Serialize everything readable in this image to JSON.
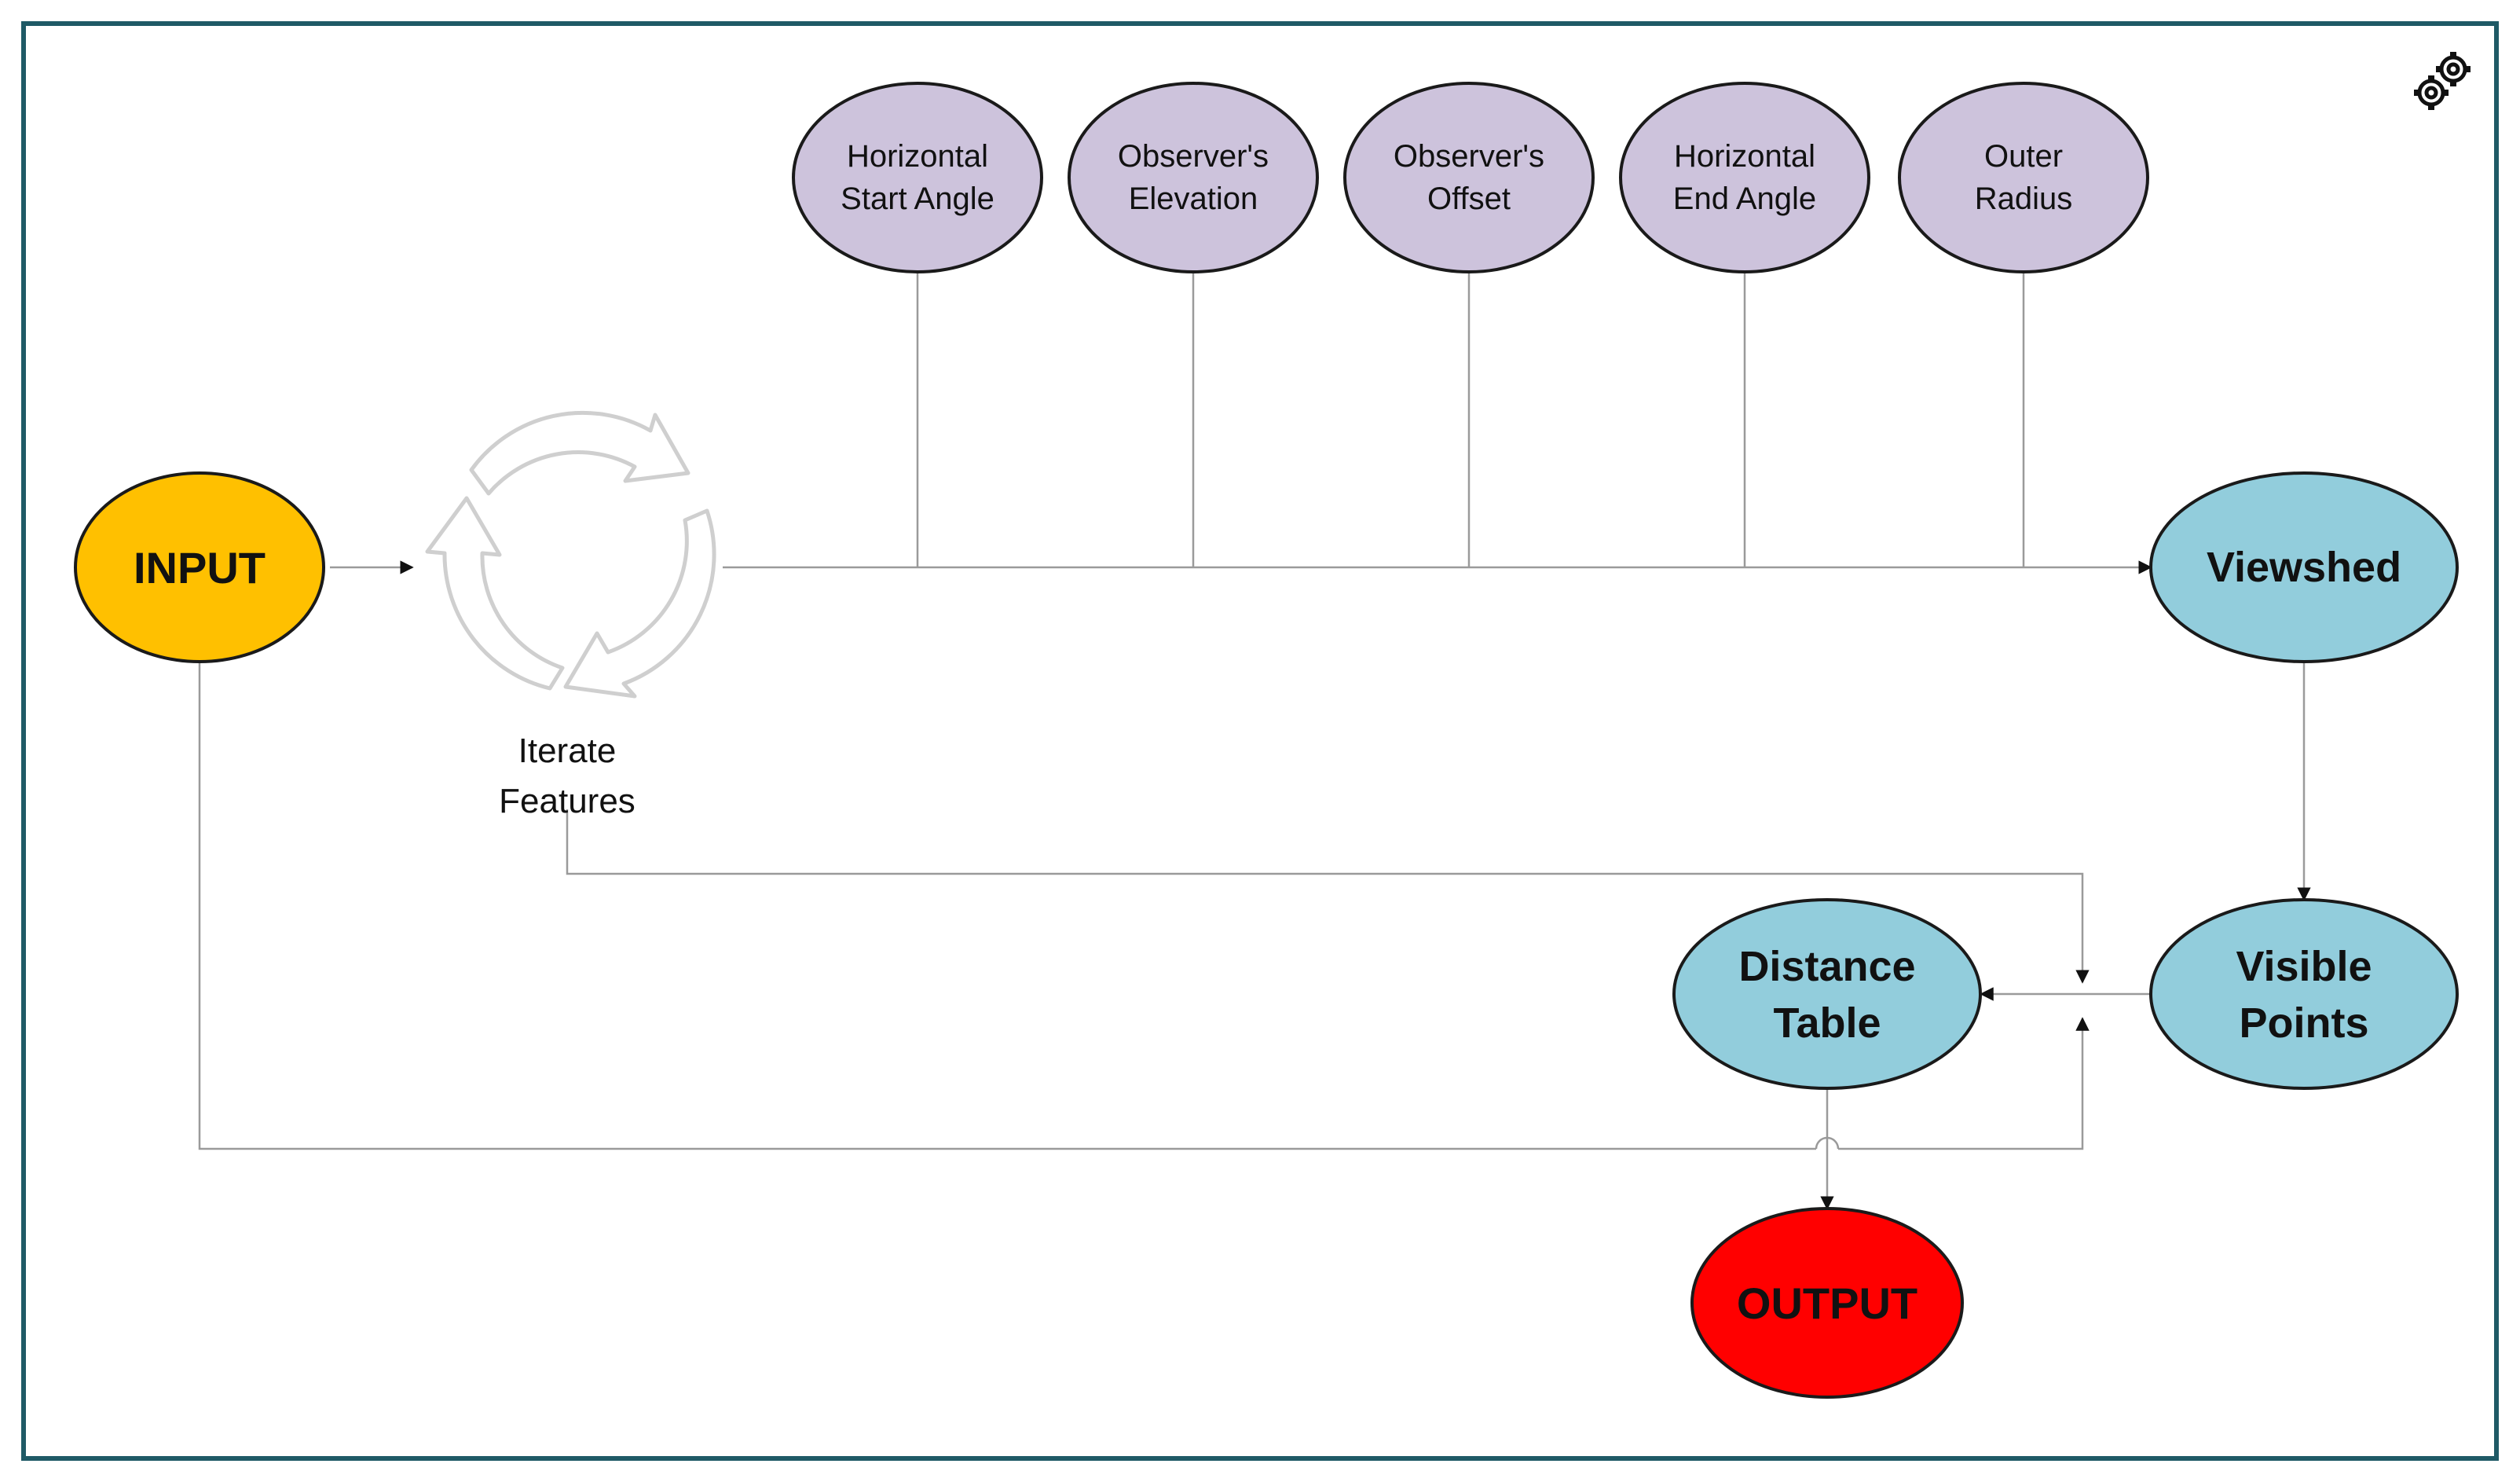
{
  "colors": {
    "frame": "#1f5a66",
    "input": "#FFC000",
    "output": "#FF0000",
    "parameter": "#CDC3DC",
    "process": "#92CDDC"
  },
  "nodes": {
    "input": {
      "label": "INPUT"
    },
    "iterator": {
      "label_line1": "Iterate",
      "label_line2": "Features",
      "icon": "cycle-arrows-icon"
    },
    "params": [
      {
        "line1": "Horizontal",
        "line2": "Start Angle"
      },
      {
        "line1": "Observer's",
        "line2": "Elevation"
      },
      {
        "line1": "Observer's",
        "line2": "Offset"
      },
      {
        "line1": "Horizontal",
        "line2": "End Angle"
      },
      {
        "line1": "Outer",
        "line2": "Radius"
      }
    ],
    "viewshed": {
      "label": "Viewshed"
    },
    "visible_points": {
      "line1": "Visible",
      "line2": "Points"
    },
    "distance_table": {
      "line1": "Distance",
      "line2": "Table"
    },
    "output": {
      "label": "OUTPUT"
    }
  },
  "icons": {
    "settings": "gears-icon"
  }
}
